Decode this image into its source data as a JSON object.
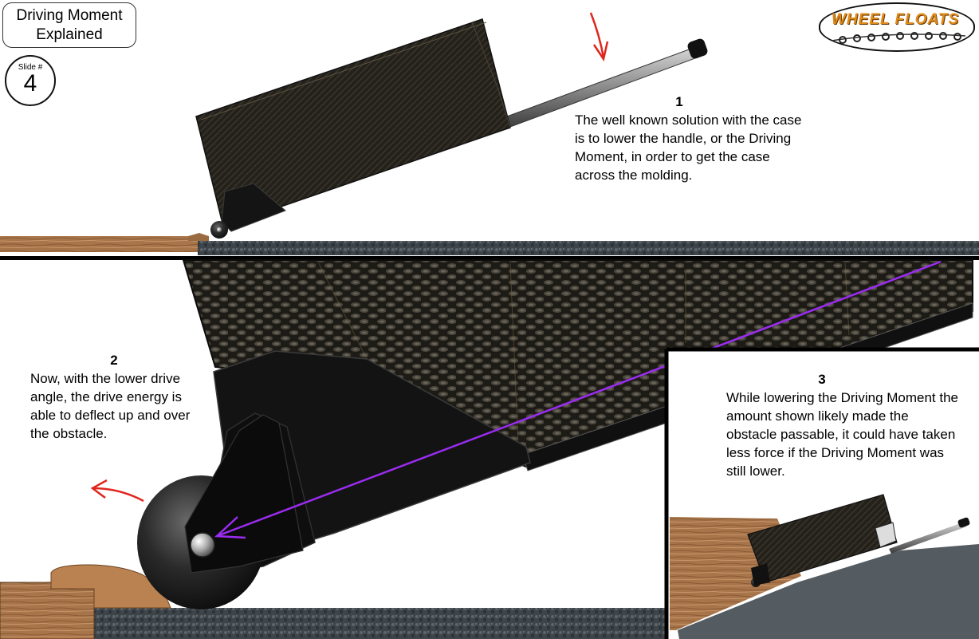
{
  "title": {
    "line1": "Driving Moment",
    "line2": "Explained"
  },
  "slide": {
    "label": "Slide #",
    "number": "4"
  },
  "logo": {
    "text": "WHEEL FLOATS"
  },
  "notes": [
    {
      "number": "1",
      "text": "The well known solution with the case is to lower the handle, or the Driving Moment, in order to get the case across the molding."
    },
    {
      "number": "2",
      "text": "Now, with the lower drive angle, the drive energy is able to deflect up and over the obstacle."
    },
    {
      "number": "3",
      "text": "While lowering the Driving Moment the amount shown likely made the obstacle passable, it could have taken less force if the Driving Moment was still lower."
    }
  ],
  "colors": {
    "arrow_red": "#e0261e",
    "drive_line": "#9a2cf0",
    "case_dark": "#26221b",
    "wood": "#b07a4e",
    "carpet": "#4a5157"
  }
}
